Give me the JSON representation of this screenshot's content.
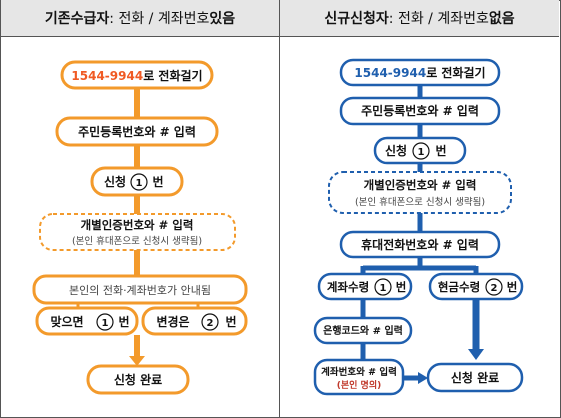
{
  "left": {
    "header": {
      "title_bold": "기존수급자",
      "title_mid": ": 전화 / 계좌번호 ",
      "title_end": "있음"
    },
    "steps": {
      "call_number": "1544-9944",
      "call_suffix": "로 전화걸기",
      "resident_id": "주민등록번호와 # 입력",
      "apply": "신청",
      "apply_num": "1",
      "apply_suffix": "번",
      "auth_line1": "개별인증번호와 # 입력",
      "auth_line2": "(본인 휴대폰으로 신청시 생략됨)",
      "guide": "본인의 전화·계좌번호가 안내됨",
      "correct": "맞으면",
      "correct_num": "1",
      "correct_suffix": "번",
      "change": "변경은",
      "change_num": "2",
      "change_suffix": "번",
      "done": "신청 완료"
    }
  },
  "right": {
    "header": {
      "title_bold": "신규신청자",
      "title_mid": ": 전화 / 계좌번호 ",
      "title_end": "없음"
    },
    "steps": {
      "call_number": "1544-9944",
      "call_suffix": "로 전화걸기",
      "resident_id": "주민등록번호와 # 입력",
      "apply": "신청",
      "apply_num": "1",
      "apply_suffix": "번",
      "auth_line1": "개별인증번호와 # 입력",
      "auth_line2": "(본인 휴대폰으로 신청시 생략됨)",
      "mobile": "휴대전화번호와 # 입력",
      "account_receive": "계좌수령",
      "account_num": "1",
      "account_suffix": "번",
      "cash_receive": "현금수령",
      "cash_num": "2",
      "cash_suffix": "번",
      "bank_code": "은행코드와 # 입력",
      "account_input": "계좌번호와 # 입력",
      "account_owner": "(본인 명의)",
      "done": "신청 완료"
    }
  },
  "colors": {
    "orange": "#f39a2b",
    "orange_text": "#f05a24",
    "blue": "#1f5fae",
    "red": "#c0392b"
  }
}
